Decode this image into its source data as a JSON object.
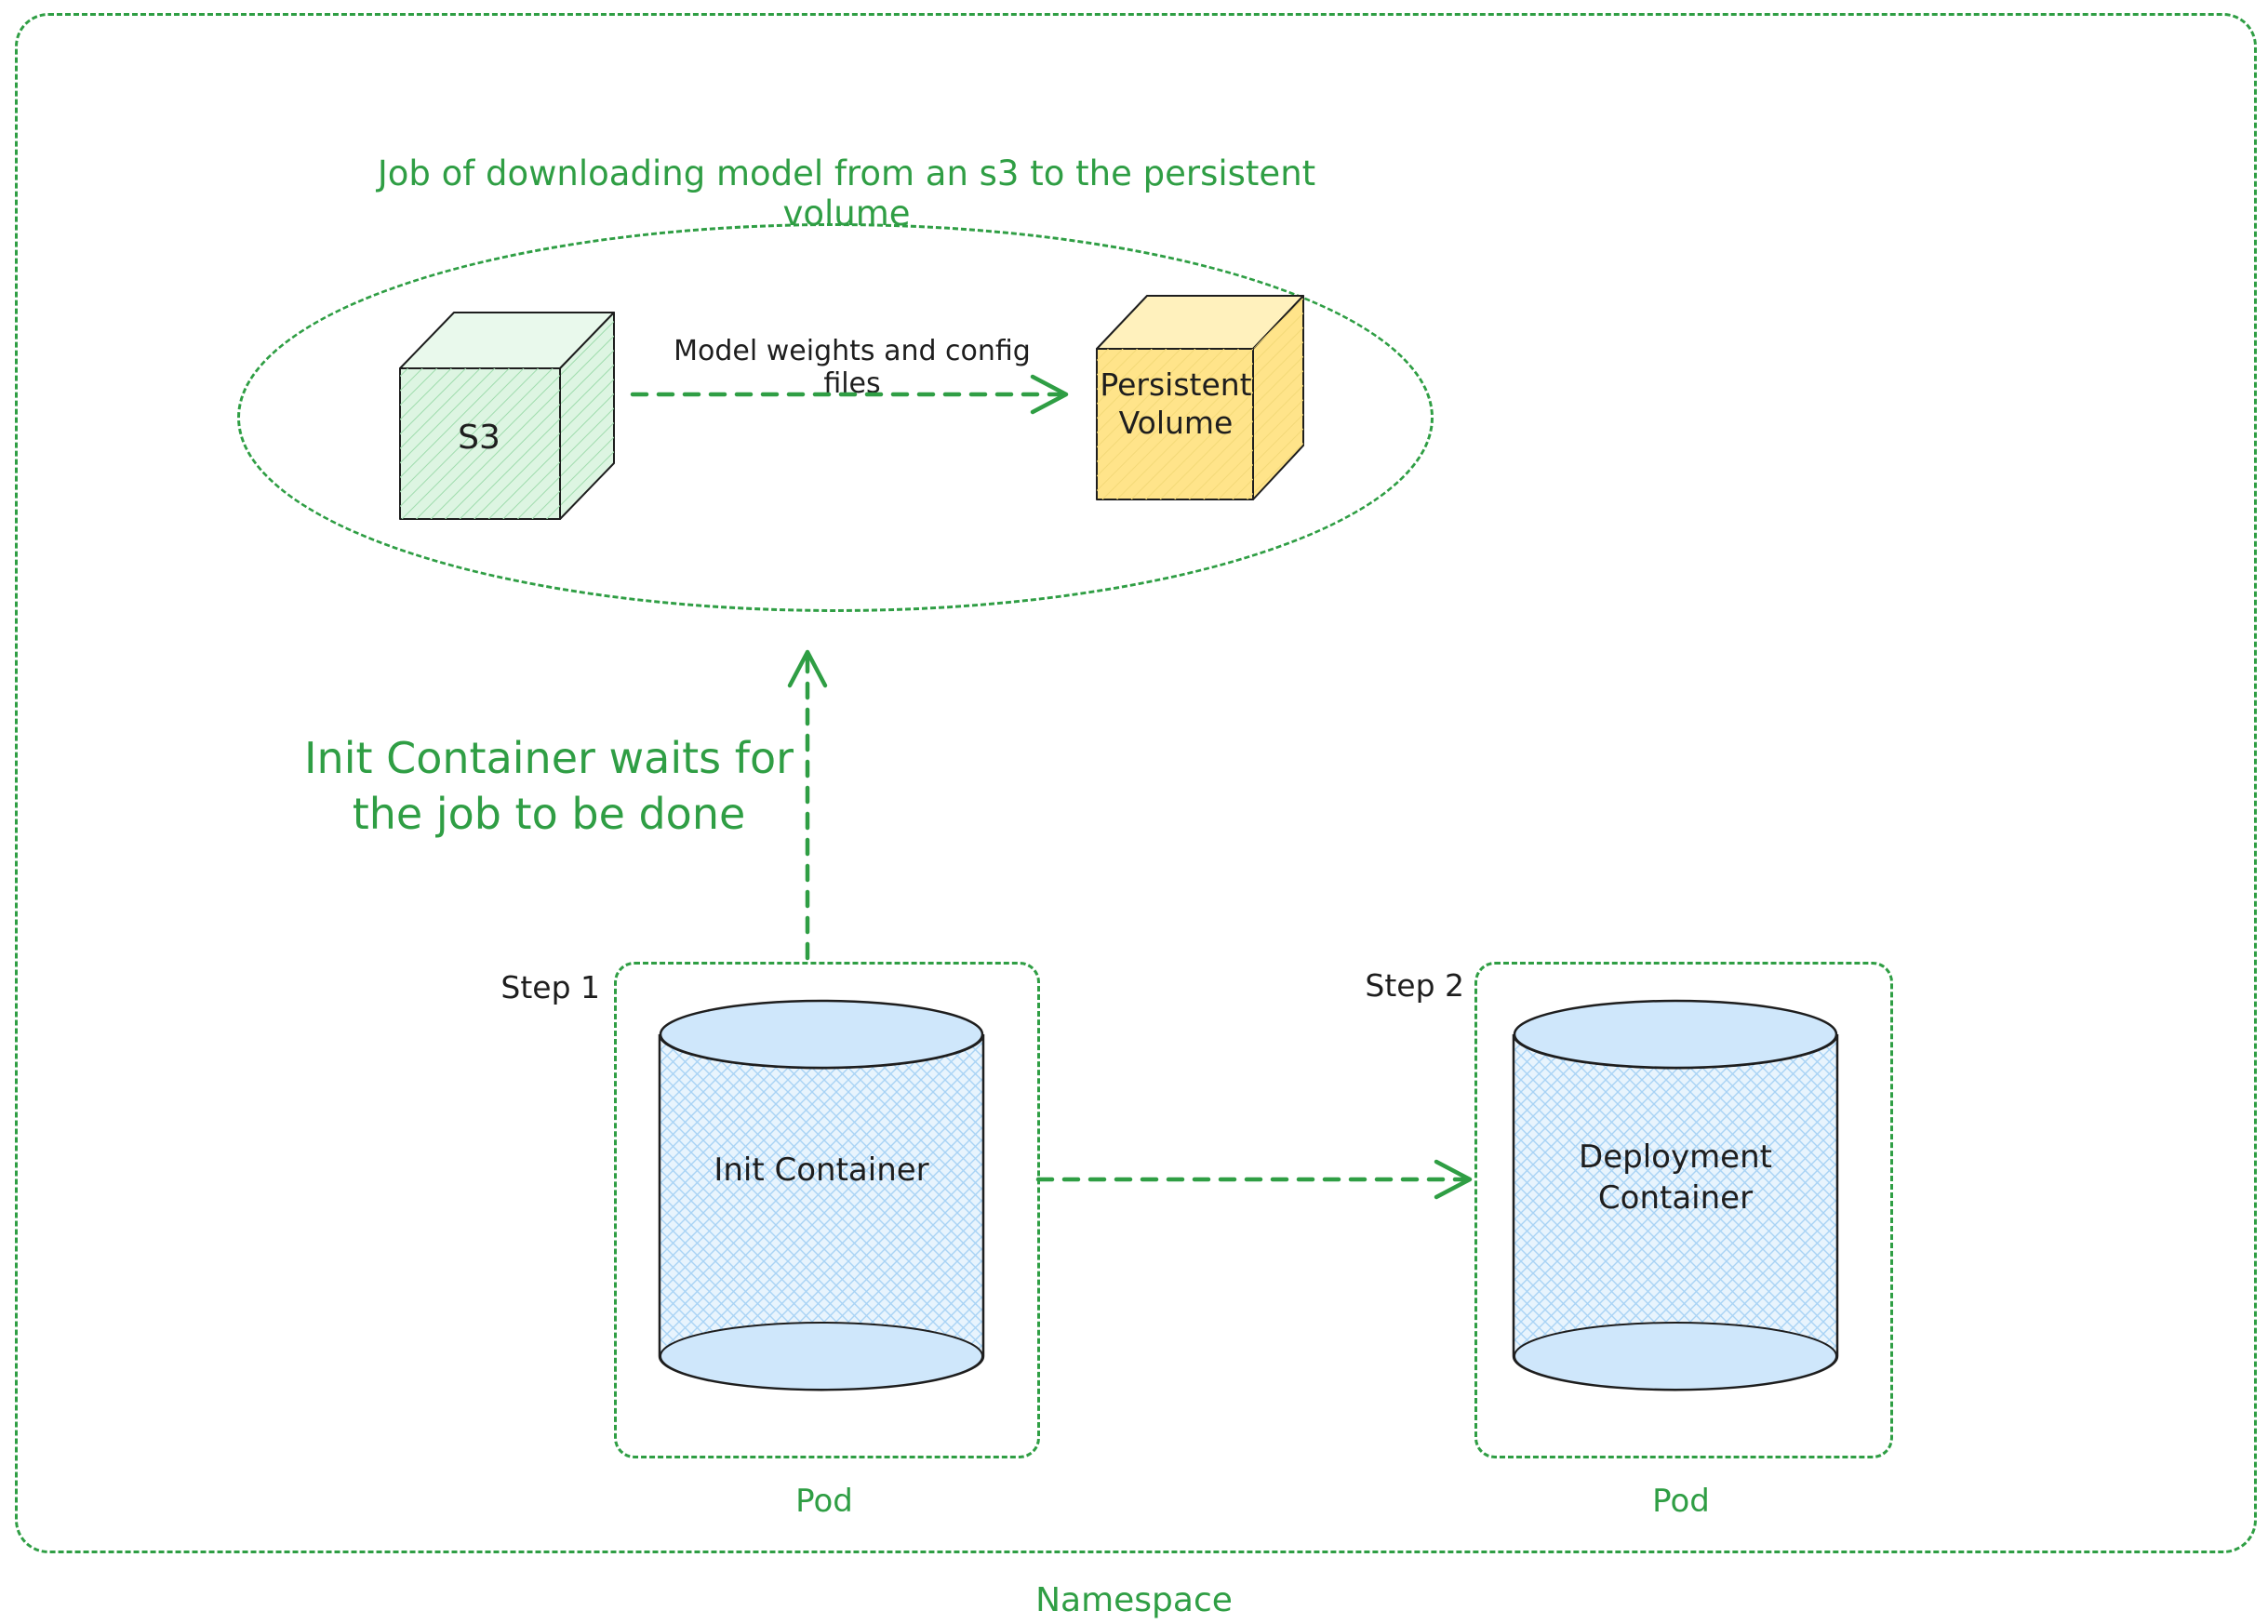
{
  "diagram": {
    "namespace_label": "Namespace",
    "job": {
      "title": "Job of downloading model from an s3 to the persistent volume",
      "s3_label": "S3",
      "flow_label": "Model weights and config files",
      "pv_label": "Persistent Volume"
    },
    "note": {
      "lines": [
        "Init Container waits for",
        "the job to be done"
      ]
    },
    "steps": [
      {
        "label": "Step 1",
        "container": "Init Container",
        "pod": "Pod"
      },
      {
        "label": "Step 2",
        "container": "Deployment Container",
        "pod": "Pod"
      }
    ],
    "colors": {
      "green": "#2f9e44",
      "ink": "#1e1e1e",
      "s3_fill": "#ddf5e2",
      "pv_fill": "#ffe48a",
      "cylinder_fill": "#cfe7fb"
    }
  }
}
